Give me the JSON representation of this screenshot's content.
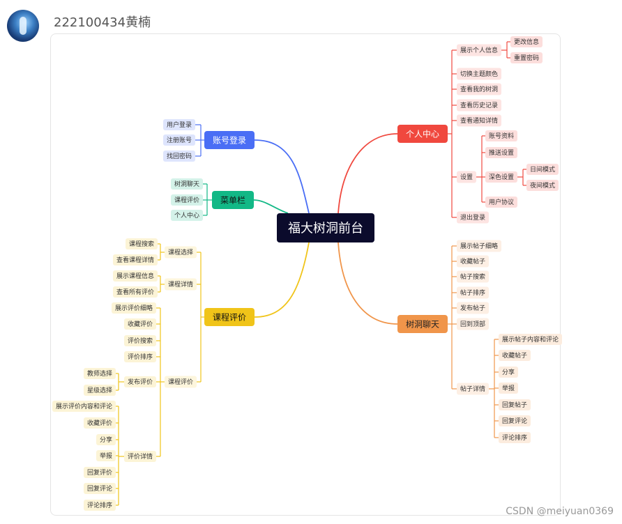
{
  "user": {
    "name": "222100434黄楠"
  },
  "watermark": "CSDN @meiyuan0369",
  "mindmap": {
    "root": "福大树洞前台",
    "branches": [
      {
        "label": "账号登录",
        "color": "#4a6ef5",
        "children": [
          {
            "label": "用户登录"
          },
          {
            "label": "注册账号"
          },
          {
            "label": "找回密码"
          }
        ]
      },
      {
        "label": "菜单栏",
        "color": "#12b886",
        "children": [
          {
            "label": "树洞聊天"
          },
          {
            "label": "课程评价"
          },
          {
            "label": "个人中心"
          }
        ]
      },
      {
        "label": "课程评价",
        "color": "#f0c419",
        "children": [
          {
            "label": "课程选择",
            "children": [
              {
                "label": "课程搜索"
              },
              {
                "label": "查看课程详情"
              }
            ]
          },
          {
            "label": "课程详情",
            "children": [
              {
                "label": "展示课程信息"
              },
              {
                "label": "查看所有评价"
              }
            ]
          },
          {
            "label": "课程评价",
            "children": [
              {
                "label": "展示评价细略"
              },
              {
                "label": "收藏评价"
              },
              {
                "label": "评价搜索"
              },
              {
                "label": "评价排序"
              },
              {
                "label": "发布评价",
                "children": [
                  {
                    "label": "教师选择"
                  },
                  {
                    "label": "星级选择"
                  }
                ]
              },
              {
                "label": "评价详情",
                "children": [
                  {
                    "label": "展示评价内容和评论"
                  },
                  {
                    "label": "收藏评价"
                  },
                  {
                    "label": "分享"
                  },
                  {
                    "label": "举报"
                  },
                  {
                    "label": "回复评价"
                  },
                  {
                    "label": "回复评论"
                  },
                  {
                    "label": "评论排序"
                  }
                ]
              }
            ]
          }
        ]
      },
      {
        "label": "个人中心",
        "color": "#f0483e",
        "children": [
          {
            "label": "展示个人信息",
            "children": [
              {
                "label": "更改信息"
              },
              {
                "label": "重置密码"
              }
            ]
          },
          {
            "label": "切换主题颜色"
          },
          {
            "label": "查看我的树洞"
          },
          {
            "label": "查看历史记录"
          },
          {
            "label": "查看通知详情"
          },
          {
            "label": "设置",
            "children": [
              {
                "label": "账号资料"
              },
              {
                "label": "推送设置"
              },
              {
                "label": "深色设置",
                "children": [
                  {
                    "label": "日间模式"
                  },
                  {
                    "label": "夜间模式"
                  }
                ]
              },
              {
                "label": "用户协议"
              }
            ]
          },
          {
            "label": "退出登录"
          }
        ]
      },
      {
        "label": "树洞聊天",
        "color": "#f0954a",
        "children": [
          {
            "label": "展示帖子细略"
          },
          {
            "label": "收藏帖子"
          },
          {
            "label": "帖子搜索"
          },
          {
            "label": "帖子排序"
          },
          {
            "label": "发布帖子"
          },
          {
            "label": "回到顶部"
          },
          {
            "label": "帖子详情",
            "children": [
              {
                "label": "展示帖子内容和评论"
              },
              {
                "label": "收藏帖子"
              },
              {
                "label": "分享"
              },
              {
                "label": "举报"
              },
              {
                "label": "回复帖子"
              },
              {
                "label": "回复评论"
              },
              {
                "label": "评论排序"
              }
            ]
          }
        ]
      }
    ]
  }
}
